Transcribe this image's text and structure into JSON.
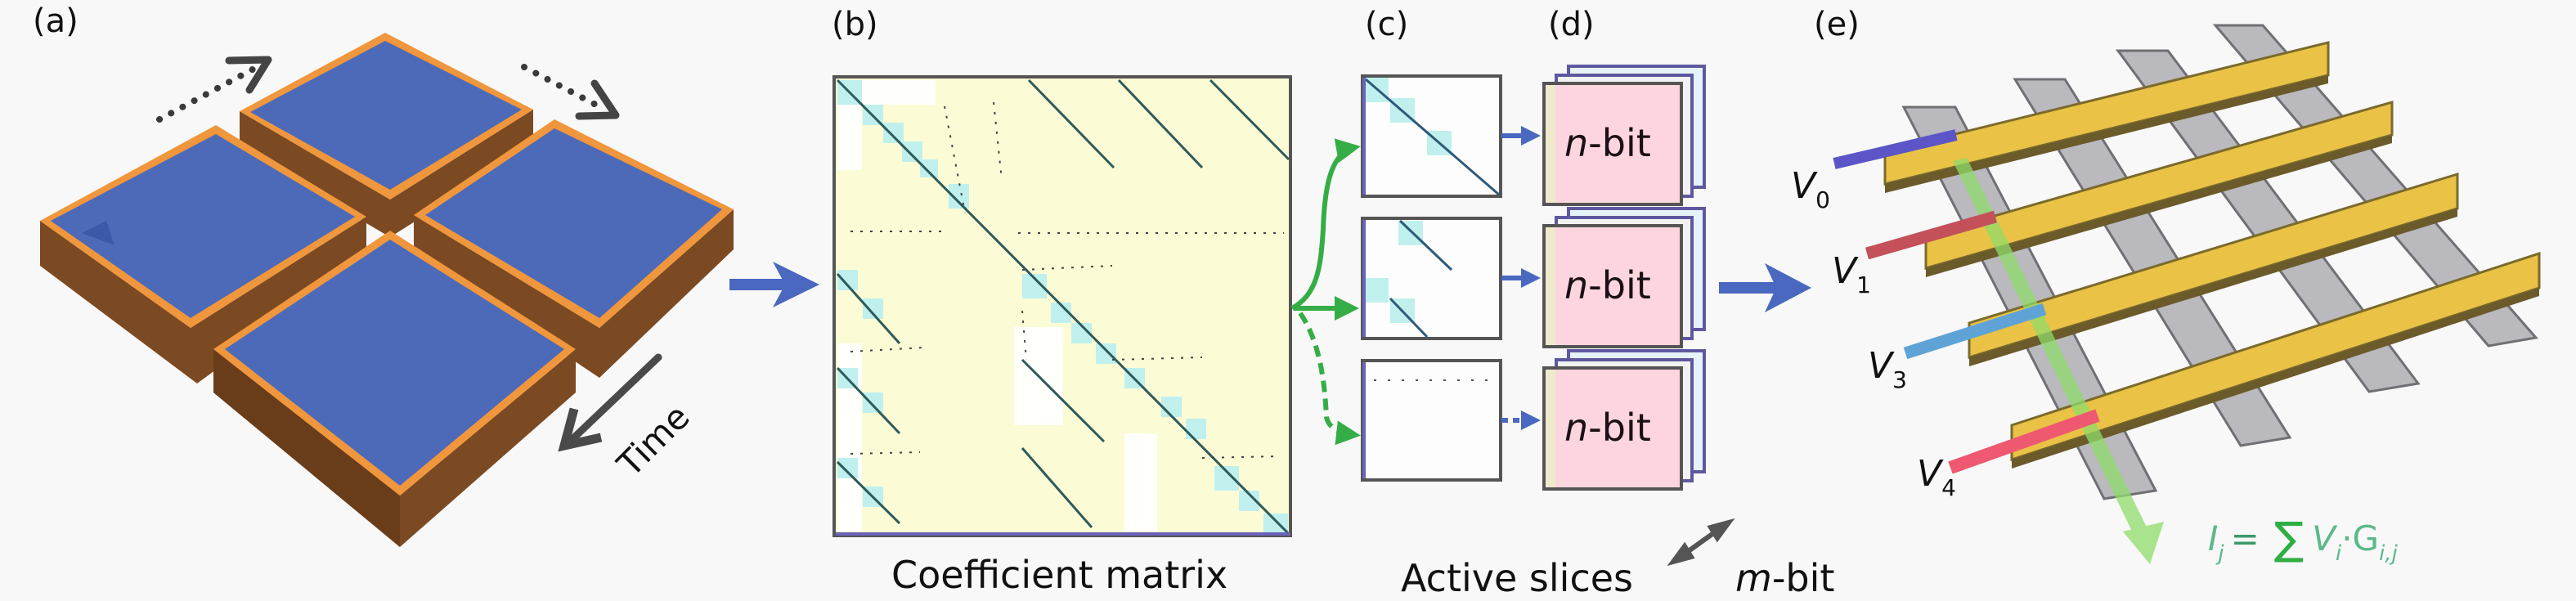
{
  "figure": {
    "panels": {
      "a": {
        "label": "(a)",
        "time_label": "Time"
      },
      "b": {
        "label": "(b)",
        "caption": "Coefficient matrix"
      },
      "c": {
        "label": "(c)",
        "caption": "Active slices"
      },
      "d": {
        "label": "(d)",
        "cards": [
          {
            "var": "n",
            "suffix": "-bit"
          },
          {
            "var": "n",
            "suffix": "-bit"
          },
          {
            "var": "n",
            "suffix": "-bit"
          }
        ],
        "depth_var": "m",
        "depth_suffix": "-bit"
      },
      "e": {
        "label": "(e)",
        "voltages": [
          {
            "sym": "V",
            "sub": "0",
            "color": "#5b55c8"
          },
          {
            "sym": "V",
            "sub": "1",
            "color": "#c4505a"
          },
          {
            "sym": "V",
            "sub": "3",
            "color": "#5fa3d6"
          },
          {
            "sym": "V",
            "sub": "4",
            "color": "#ee5870"
          }
        ],
        "formula": {
          "lhs": "I",
          "lhs_sub": "j",
          "eq": "=",
          "sum": "∑",
          "v": "V",
          "v_sub": "i",
          "dot": "·",
          "g": "G",
          "g_sub": "i,j"
        }
      }
    },
    "colors": {
      "background": "#f8f8f8",
      "tile_water": "#4d6ab8",
      "tile_wall": "#8a5428",
      "tile_rim": "#f0963c",
      "matrix_bg": "#fbfbd5",
      "matrix_block": "#bff0ee",
      "arrow_blue": "#4a68c0",
      "arrow_green": "#35ad46",
      "card_fill": "#fdd5de",
      "card_border": "#5e58a0",
      "gold": "#e9c246",
      "gray_bar": "#b9b9be"
    }
  }
}
